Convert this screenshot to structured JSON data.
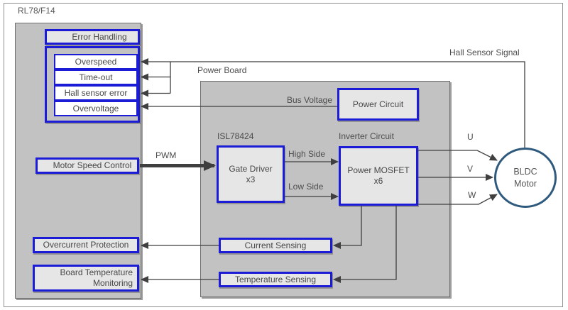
{
  "title": "RL78/F14",
  "mcu": {
    "error_handling_label": "Error Handling",
    "errors": [
      "Overspeed",
      "Time-out",
      "Hall sensor error",
      "Overvoltage"
    ],
    "motor_speed_control": "Motor Speed Control",
    "overcurrent_protection": "Overcurrent Protection",
    "board_temperature_line1": "Board Temperature",
    "board_temperature_line2": "Monitoring"
  },
  "power_board": {
    "label": "Power Board",
    "power_circuit": "Power Circuit",
    "isl_part": "ISL78424",
    "gate_driver_line1": "Gate Driver",
    "gate_driver_line2": "x3",
    "inverter_circuit_label": "Inverter Circuit",
    "power_mosfet_line1": "Power MOSFET",
    "power_mosfet_line2": "x6",
    "current_sensing": "Current Sensing",
    "temperature_sensing": "Temperature Sensing"
  },
  "signals": {
    "pwm": "PWM",
    "bus_voltage": "Bus Voltage",
    "high_side": "High Side",
    "low_side": "Low Side",
    "hall_sensor": "Hall Sensor Signal",
    "phase_u": "U",
    "phase_v": "V",
    "phase_w": "W"
  },
  "motor": {
    "line1": "BLDC",
    "line2": "Motor"
  },
  "colors": {
    "accent_blue": "#1c1cd6",
    "panel_gray": "#c2c2c2",
    "box_fill_gray": "#e6e6e6",
    "line_dark_gray": "#3f3f3f",
    "motor_border_blue": "#2f5a7d",
    "text_gray": "#4d4d4d"
  }
}
